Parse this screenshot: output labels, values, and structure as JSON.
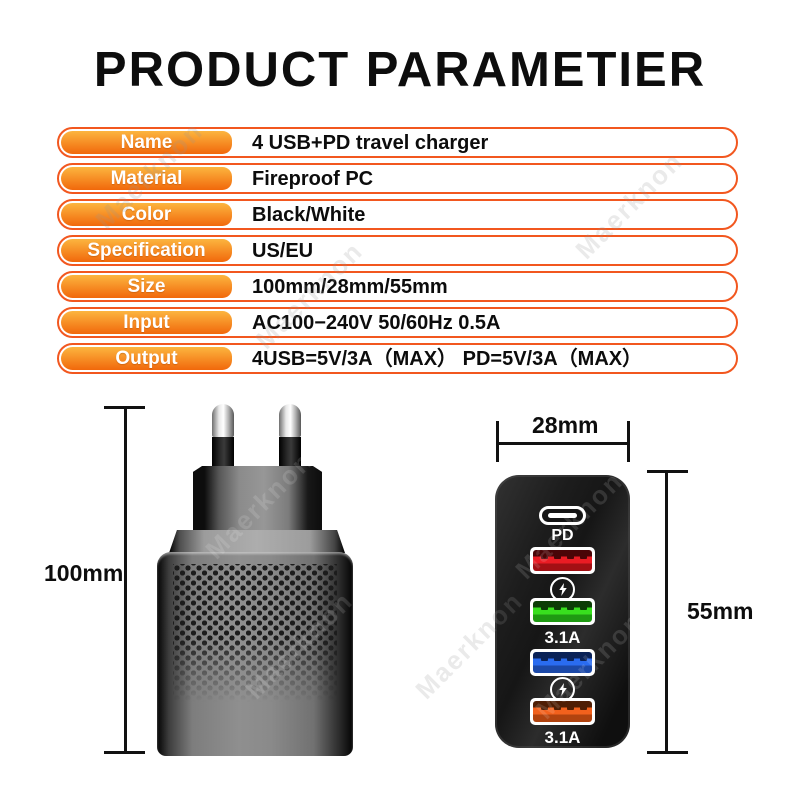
{
  "title": "PRODUCT PARAMETIER",
  "watermark": "Maerknon",
  "spec_table": {
    "border_color": "#f2571f",
    "label_bg_top": "#fcb53f",
    "label_bg_bottom": "#f1680b",
    "rows": [
      {
        "label": "Name",
        "value": "4 USB+PD travel charger"
      },
      {
        "label": "Material",
        "value": "Fireproof PC"
      },
      {
        "label": "Color",
        "value": "Black/White"
      },
      {
        "label": "Specification",
        "value": "US/EU"
      },
      {
        "label": "Size",
        "value": "100mm/28mm/55mm"
      },
      {
        "label": "Input",
        "value": "AC100−240V 50/60Hz 0.5A"
      },
      {
        "label": "Output",
        "value": "4USB=5V/3A（MAX） PD=5V/3A（MAX）"
      }
    ]
  },
  "diagram": {
    "height_label": "100mm",
    "width_label": "28mm",
    "depth_label": "55mm",
    "ports": {
      "usb_c_label": "PD",
      "usb_ports": [
        {
          "name": "red",
          "bright": "#ea1c24",
          "dark": "#4a0507",
          "mid": "#a31014",
          "label": ""
        },
        {
          "name": "green",
          "bright": "#38e01e",
          "dark": "#0c3d06",
          "mid": "#1f9a12",
          "label": "3.1A"
        },
        {
          "name": "blue",
          "bright": "#2a6cf0",
          "dark": "#0a2257",
          "mid": "#1c49a8",
          "label": ""
        },
        {
          "name": "orange",
          "bright": "#f2611d",
          "dark": "#4f1e04",
          "mid": "#b1430f",
          "label": "3.1A"
        }
      ]
    }
  }
}
